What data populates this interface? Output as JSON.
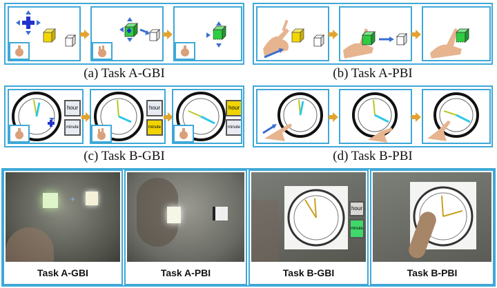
{
  "captions": {
    "a": "(a) Task A-GBI",
    "b": "(b) Task A-PBI",
    "c": "(c) Task B-GBI",
    "d": "(d) Task B-PBI"
  },
  "buttons": {
    "hour": "hour",
    "minute": "minute"
  },
  "photos": {
    "labels": [
      "Task A-GBI",
      "Task A-PBI",
      "Task B-GBI",
      "Task B-PBI"
    ],
    "hour_btn": "hour",
    "minute_btn": "minute"
  },
  "colors": {
    "frame": "#3ea8d8",
    "arrow": "#e3a32f",
    "cube_yellow": "#f2d600",
    "cube_green": "#2ecc40",
    "hand_arrow": "#3a6fd0",
    "clock_hand": "#2ec8e8"
  }
}
